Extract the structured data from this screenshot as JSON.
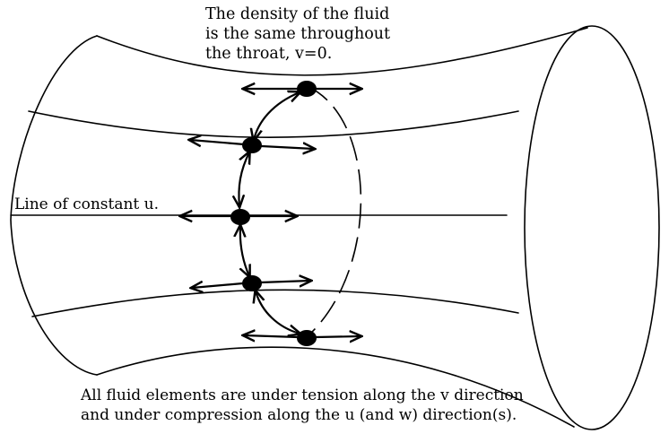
{
  "captions": {
    "top_line1": "The density of the fluid",
    "top_line2": "is the same throughout",
    "top_line3": "the throat, v=0.",
    "left": "Line of constant u.",
    "bottom_line1": "All fluid elements are under tension along the v direction",
    "bottom_line2": "and under compression along the u (and w) direction(s)."
  },
  "colors": {
    "ink": "#000000",
    "background": "#ffffff"
  }
}
